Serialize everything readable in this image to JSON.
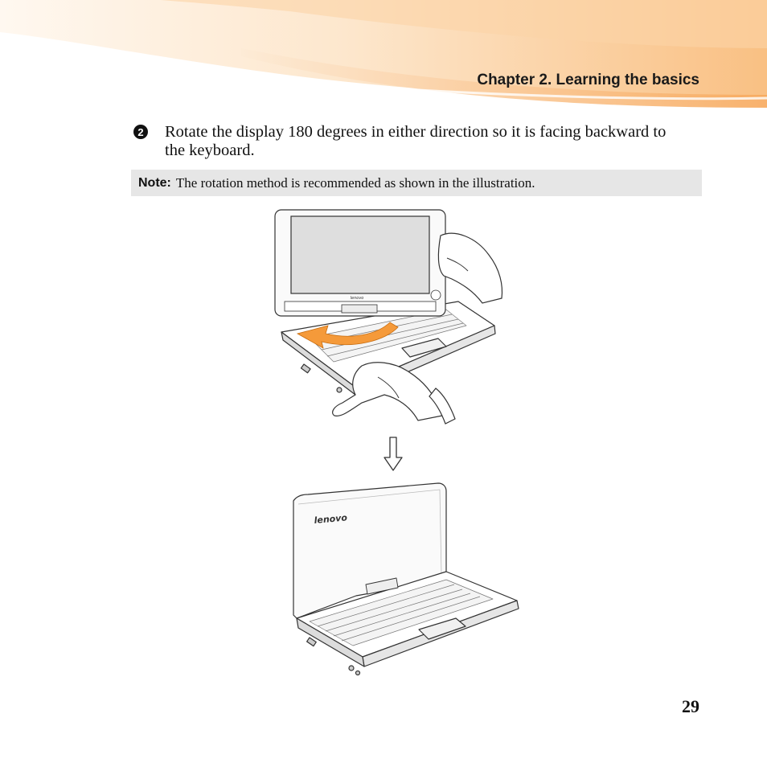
{
  "header": {
    "chapter_title": "Chapter 2. Learning the basics"
  },
  "step": {
    "marker": "2",
    "text": "Rotate the display 180 degrees in either direction so it is facing backward to the keyboard."
  },
  "note": {
    "label": "Note:",
    "text": "The rotation method is recommended as shown in the illustration."
  },
  "illustration": {
    "screen_logo": "lenovo",
    "lid_logo": "lenovo"
  },
  "page_number": "29",
  "colors": {
    "header_orange": "#f7b36e",
    "header_light": "#fde3c4",
    "note_background": "#e6e6e6",
    "rotation_arrow": "#f59a3a"
  }
}
